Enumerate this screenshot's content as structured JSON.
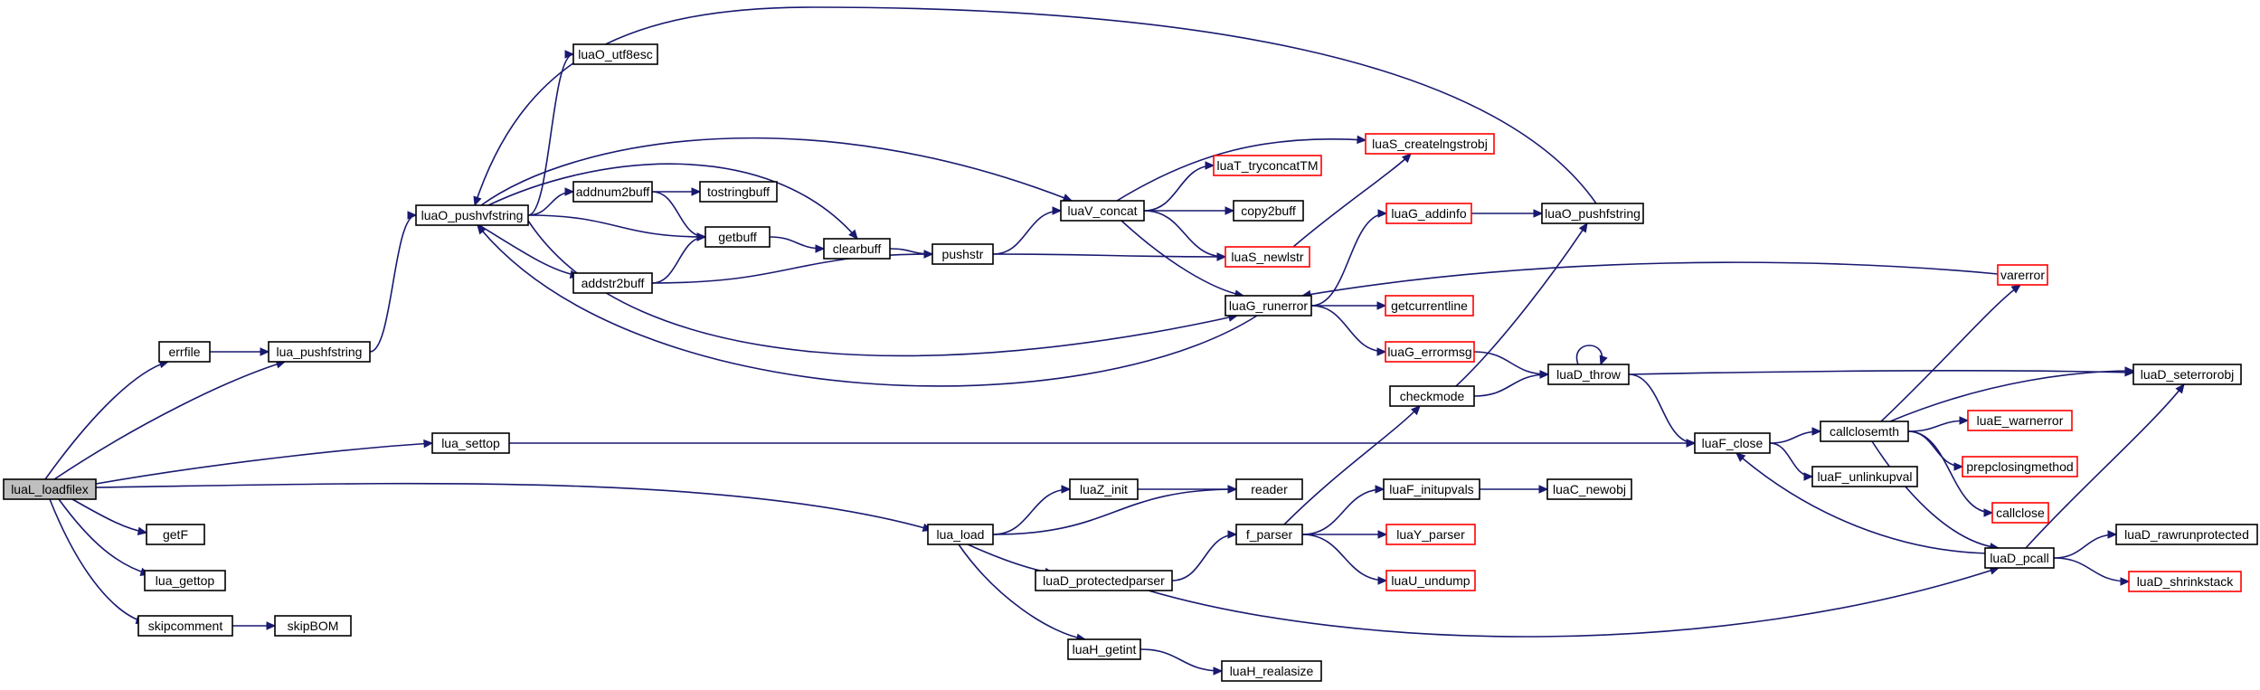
{
  "graph": {
    "title": "",
    "colors": {
      "edge": "#191970",
      "node_border": "#000000",
      "truncated_border": "#ff0000",
      "root_fill": "#bfbfbf",
      "node_fill": "#ffffff"
    },
    "nodes": [
      {
        "id": "luaL_loadfilex",
        "label": "luaL_loadfilex",
        "root": true
      },
      {
        "id": "errfile",
        "label": "errfile"
      },
      {
        "id": "lua_pushfstring",
        "label": "lua_pushfstring"
      },
      {
        "id": "luaO_pushvfstring",
        "label": "luaO_pushvfstring"
      },
      {
        "id": "luaO_utf8esc",
        "label": "luaO_utf8esc"
      },
      {
        "id": "addnum2buff",
        "label": "addnum2buff"
      },
      {
        "id": "tostringbuff",
        "label": "tostringbuff"
      },
      {
        "id": "getbuff",
        "label": "getbuff"
      },
      {
        "id": "clearbuff",
        "label": "clearbuff"
      },
      {
        "id": "addstr2buff",
        "label": "addstr2buff"
      },
      {
        "id": "pushstr",
        "label": "pushstr"
      },
      {
        "id": "luaV_concat",
        "label": "luaV_concat"
      },
      {
        "id": "luaT_tryconcatTM",
        "label": "luaT_tryconcatTM",
        "truncated": true
      },
      {
        "id": "copy2buff",
        "label": "copy2buff"
      },
      {
        "id": "luaS_newlstr",
        "label": "luaS_newlstr",
        "truncated": true
      },
      {
        "id": "luaS_createlngstrobj",
        "label": "luaS_createlngstrobj",
        "truncated": true
      },
      {
        "id": "luaG_runerror",
        "label": "luaG_runerror"
      },
      {
        "id": "luaG_addinfo",
        "label": "luaG_addinfo",
        "truncated": true
      },
      {
        "id": "luaO_pushfstring",
        "label": "luaO_pushfstring"
      },
      {
        "id": "getcurrentline",
        "label": "getcurrentline",
        "truncated": true
      },
      {
        "id": "luaG_errormsg",
        "label": "luaG_errormsg",
        "truncated": true
      },
      {
        "id": "varerror",
        "label": "varerror",
        "truncated": true
      },
      {
        "id": "checkmode",
        "label": "checkmode"
      },
      {
        "id": "luaD_throw",
        "label": "luaD_throw"
      },
      {
        "id": "luaD_seterrorobj",
        "label": "luaD_seterrorobj"
      },
      {
        "id": "lua_settop",
        "label": "lua_settop"
      },
      {
        "id": "luaF_close",
        "label": "luaF_close"
      },
      {
        "id": "callclosemth",
        "label": "callclosemth"
      },
      {
        "id": "luaE_warnerror",
        "label": "luaE_warnerror",
        "truncated": true
      },
      {
        "id": "luaF_unlinkupval",
        "label": "luaF_unlinkupval"
      },
      {
        "id": "prepclosingmethod",
        "label": "prepclosingmethod",
        "truncated": true
      },
      {
        "id": "callclose",
        "label": "callclose",
        "truncated": true
      },
      {
        "id": "luaD_pcall",
        "label": "luaD_pcall"
      },
      {
        "id": "luaD_rawrunprotected",
        "label": "luaD_rawrunprotected"
      },
      {
        "id": "luaD_shrinkstack",
        "label": "luaD_shrinkstack",
        "truncated": true
      },
      {
        "id": "lua_load",
        "label": "lua_load"
      },
      {
        "id": "luaZ_init",
        "label": "luaZ_init"
      },
      {
        "id": "reader",
        "label": "reader"
      },
      {
        "id": "luaD_protectedparser",
        "label": "luaD_protectedparser"
      },
      {
        "id": "f_parser",
        "label": "f_parser"
      },
      {
        "id": "luaF_initupvals",
        "label": "luaF_initupvals"
      },
      {
        "id": "luaC_newobj",
        "label": "luaC_newobj"
      },
      {
        "id": "luaY_parser",
        "label": "luaY_parser",
        "truncated": true
      },
      {
        "id": "luaU_undump",
        "label": "luaU_undump",
        "truncated": true
      },
      {
        "id": "luaH_getint",
        "label": "luaH_getint"
      },
      {
        "id": "luaH_realasize",
        "label": "luaH_realasize"
      },
      {
        "id": "getF",
        "label": "getF"
      },
      {
        "id": "lua_gettop",
        "label": "lua_gettop"
      },
      {
        "id": "skipcomment",
        "label": "skipcomment"
      },
      {
        "id": "skipBOM",
        "label": "skipBOM"
      }
    ],
    "edges": [
      [
        "luaL_loadfilex",
        "errfile"
      ],
      [
        "luaL_loadfilex",
        "lua_pushfstring"
      ],
      [
        "luaL_loadfilex",
        "lua_settop"
      ],
      [
        "luaL_loadfilex",
        "lua_load"
      ],
      [
        "luaL_loadfilex",
        "getF"
      ],
      [
        "luaL_loadfilex",
        "lua_gettop"
      ],
      [
        "luaL_loadfilex",
        "skipcomment"
      ],
      [
        "errfile",
        "lua_pushfstring"
      ],
      [
        "lua_pushfstring",
        "luaO_pushvfstring"
      ],
      [
        "luaO_pushvfstring",
        "luaO_utf8esc"
      ],
      [
        "luaO_pushvfstring",
        "addnum2buff"
      ],
      [
        "luaO_pushvfstring",
        "getbuff"
      ],
      [
        "luaO_pushvfstring",
        "clearbuff"
      ],
      [
        "luaO_pushvfstring",
        "addstr2buff"
      ],
      [
        "luaO_pushvfstring",
        "luaV_concat"
      ],
      [
        "luaO_pushvfstring",
        "luaG_runerror"
      ],
      [
        "addnum2buff",
        "tostringbuff"
      ],
      [
        "addnum2buff",
        "getbuff"
      ],
      [
        "getbuff",
        "clearbuff"
      ],
      [
        "addstr2buff",
        "getbuff"
      ],
      [
        "addstr2buff",
        "pushstr"
      ],
      [
        "clearbuff",
        "pushstr"
      ],
      [
        "pushstr",
        "luaV_concat"
      ],
      [
        "pushstr",
        "luaS_newlstr"
      ],
      [
        "luaV_concat",
        "luaT_tryconcatTM"
      ],
      [
        "luaV_concat",
        "copy2buff"
      ],
      [
        "luaV_concat",
        "luaS_newlstr"
      ],
      [
        "luaV_concat",
        "luaS_createlngstrobj"
      ],
      [
        "luaV_concat",
        "luaG_runerror"
      ],
      [
        "luaS_newlstr",
        "luaS_createlngstrobj"
      ],
      [
        "luaG_runerror",
        "luaO_pushvfstring"
      ],
      [
        "luaG_runerror",
        "luaG_addinfo"
      ],
      [
        "luaG_runerror",
        "getcurrentline"
      ],
      [
        "luaG_runerror",
        "luaG_errormsg"
      ],
      [
        "luaG_addinfo",
        "luaO_pushfstring"
      ],
      [
        "luaO_pushfstring",
        "luaO_pushvfstring"
      ],
      [
        "varerror",
        "luaG_runerror"
      ],
      [
        "luaG_errormsg",
        "luaD_throw"
      ],
      [
        "checkmode",
        "luaO_pushfstring"
      ],
      [
        "checkmode",
        "luaD_throw"
      ],
      [
        "luaD_throw",
        "luaD_throw"
      ],
      [
        "luaD_throw",
        "luaD_seterrorobj"
      ],
      [
        "luaD_throw",
        "luaF_close"
      ],
      [
        "lua_settop",
        "luaF_close"
      ],
      [
        "luaF_close",
        "callclosemth"
      ],
      [
        "luaF_close",
        "luaF_unlinkupval"
      ],
      [
        "callclosemth",
        "varerror"
      ],
      [
        "callclosemth",
        "luaD_seterrorobj"
      ],
      [
        "callclosemth",
        "luaE_warnerror"
      ],
      [
        "callclosemth",
        "prepclosingmethod"
      ],
      [
        "callclosemth",
        "callclose"
      ],
      [
        "callclosemth",
        "luaD_pcall"
      ],
      [
        "luaD_pcall",
        "luaF_close"
      ],
      [
        "luaD_pcall",
        "luaD_seterrorobj"
      ],
      [
        "luaD_pcall",
        "luaD_rawrunprotected"
      ],
      [
        "luaD_pcall",
        "luaD_shrinkstack"
      ],
      [
        "lua_load",
        "luaZ_init"
      ],
      [
        "lua_load",
        "reader"
      ],
      [
        "lua_load",
        "luaD_protectedparser"
      ],
      [
        "lua_load",
        "luaH_getint"
      ],
      [
        "luaZ_init",
        "reader"
      ],
      [
        "luaD_protectedparser",
        "f_parser"
      ],
      [
        "luaD_protectedparser",
        "luaD_pcall"
      ],
      [
        "f_parser",
        "checkmode"
      ],
      [
        "f_parser",
        "luaF_initupvals"
      ],
      [
        "f_parser",
        "luaY_parser"
      ],
      [
        "f_parser",
        "luaU_undump"
      ],
      [
        "luaF_initupvals",
        "luaC_newobj"
      ],
      [
        "luaH_getint",
        "luaH_realasize"
      ],
      [
        "skipcomment",
        "skipBOM"
      ]
    ]
  }
}
